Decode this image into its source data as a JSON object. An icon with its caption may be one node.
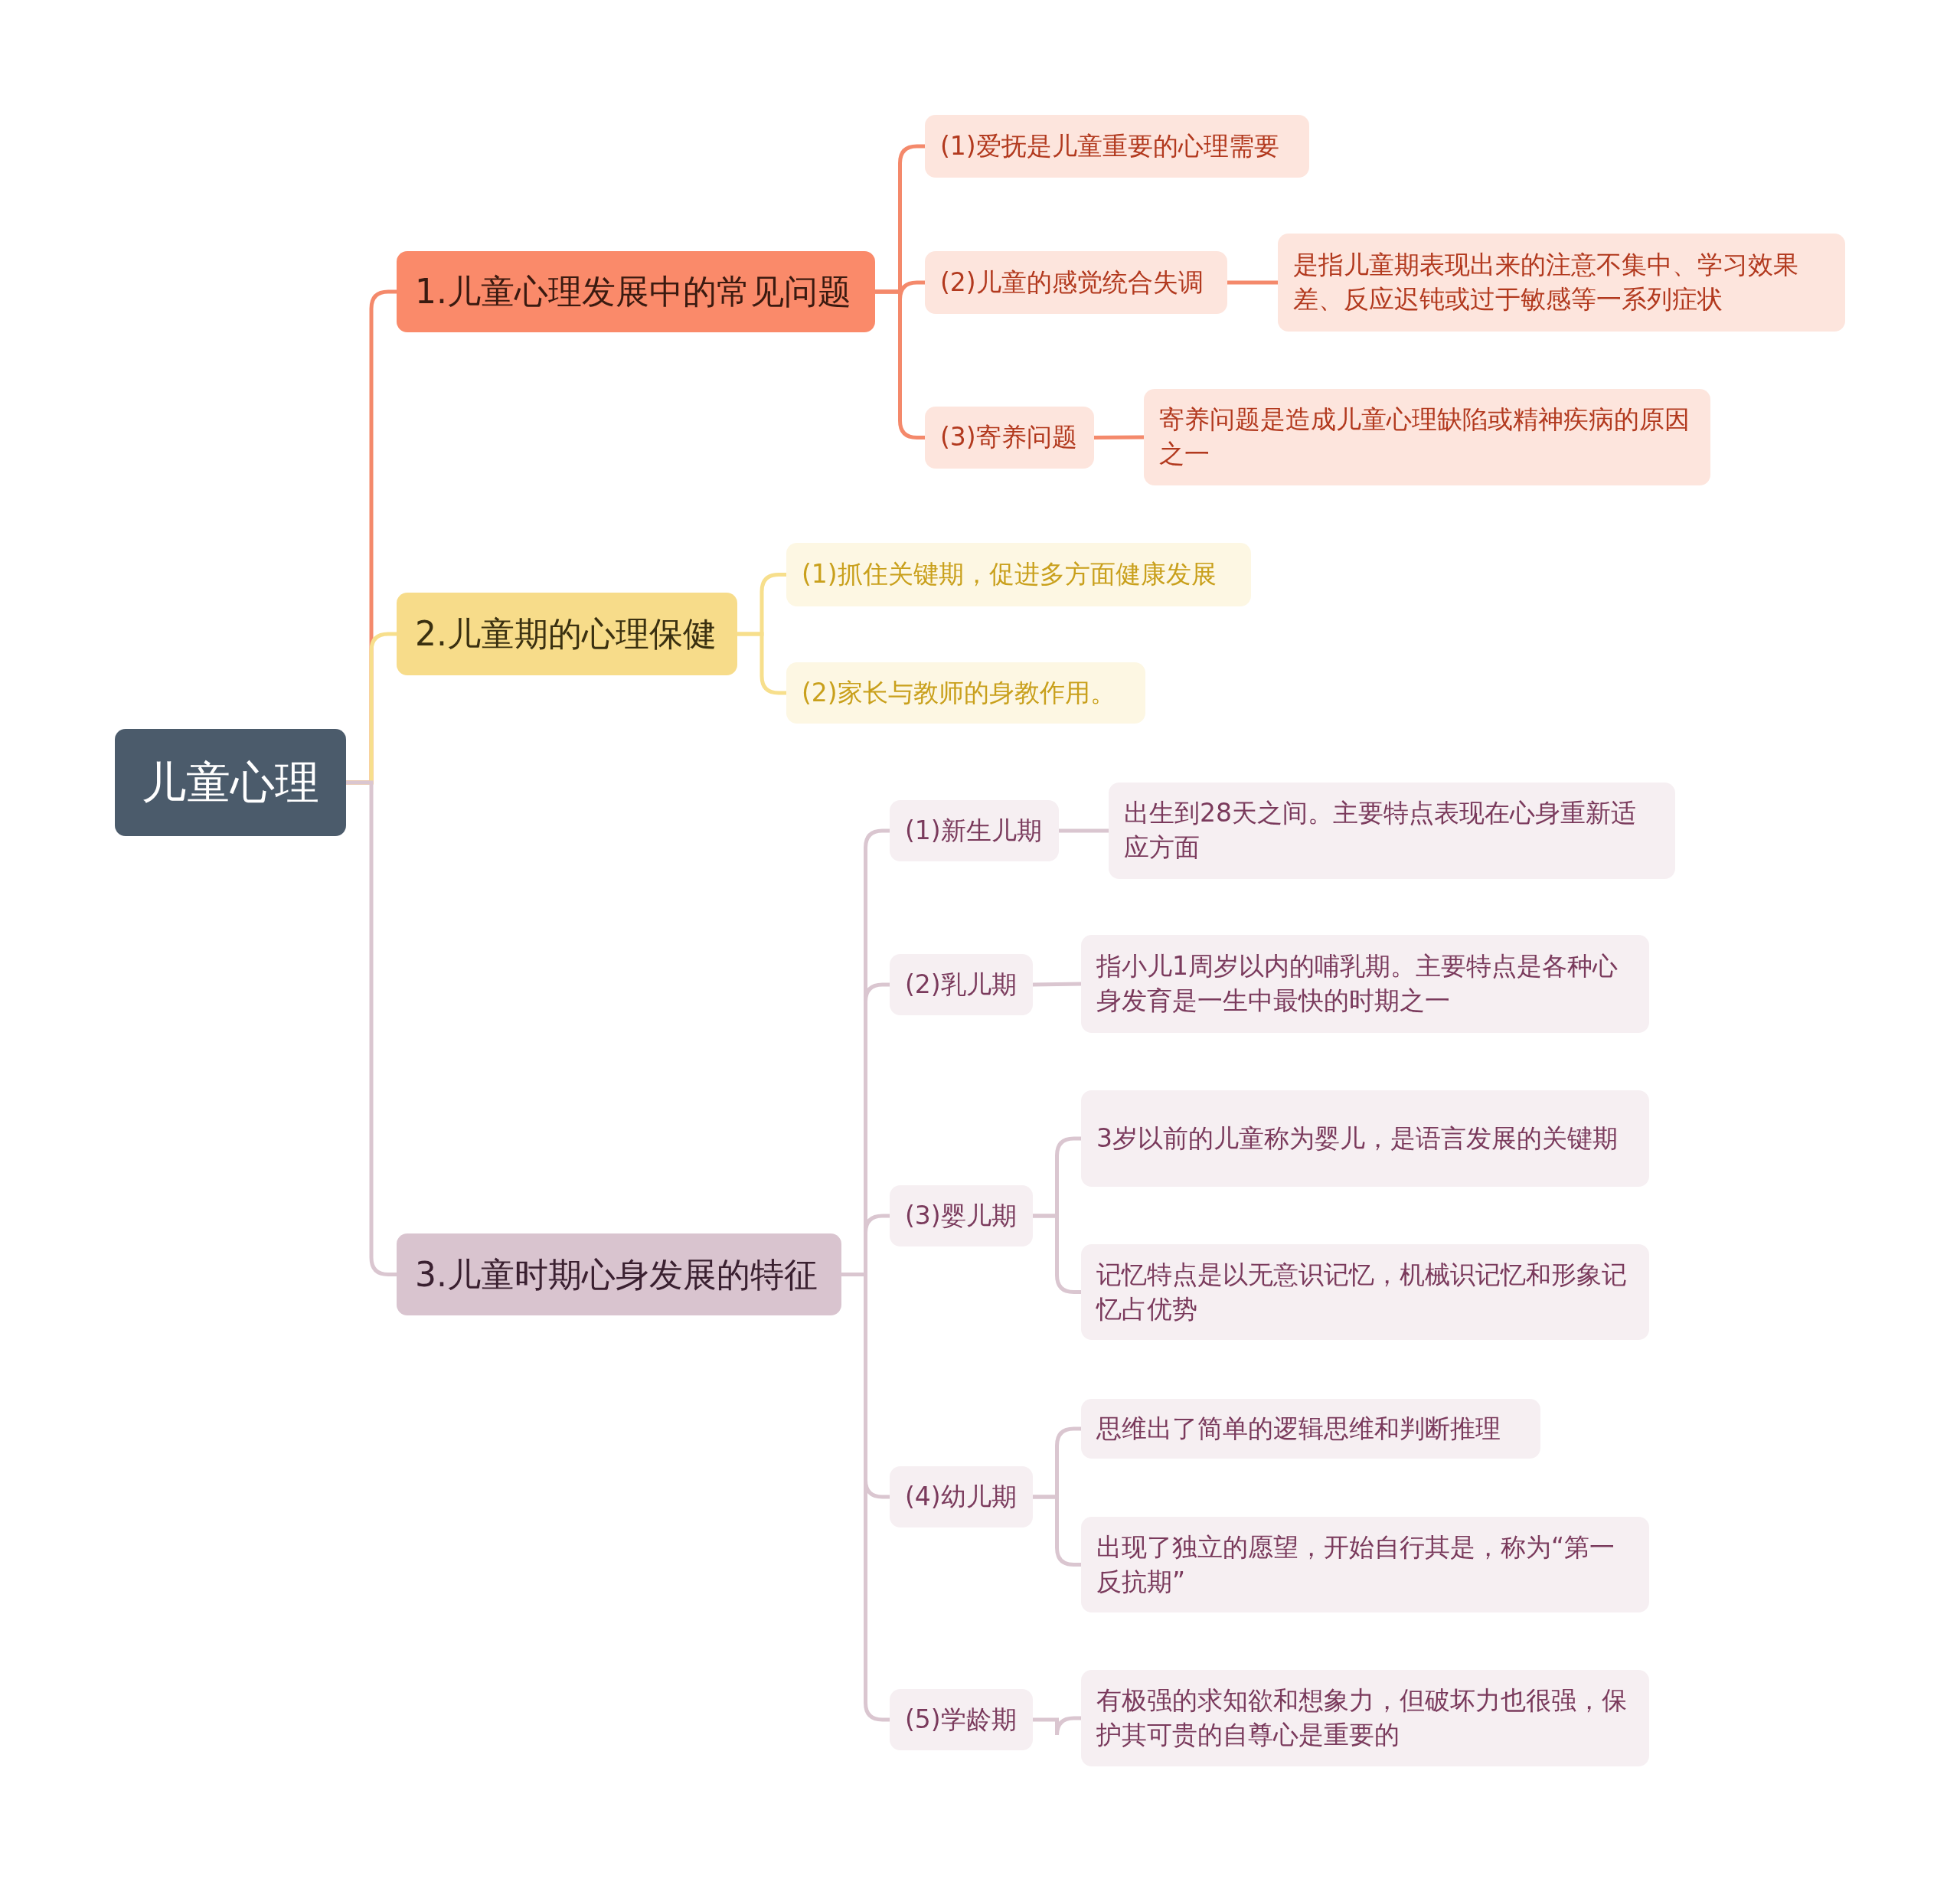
{
  "diagram": {
    "nodes": [
      {
        "text": [
          "儿童心理"
        ]
      },
      {
        "text": [
          "1.儿童心理发展中的常见问题"
        ]
      },
      {
        "text": [
          "(1)爱抚是儿童重要的心理需要"
        ]
      },
      {
        "text": [
          "(2)儿童的感觉统合失调"
        ]
      },
      {
        "text": [
          "是指儿童期表现出来的注意不集中、学习效果差、反应迟钝或过于敏感等一系列症状"
        ]
      },
      {
        "text": [
          "(3)寄养问题"
        ]
      },
      {
        "text": [
          "寄养问题是造成儿童心理缺陷或精神疾病的原因之一"
        ]
      },
      {
        "text": [
          "2.儿童期的心理保健"
        ]
      },
      {
        "text": [
          "(1)抓住关键期，促进多方面健康发展"
        ]
      },
      {
        "text": [
          "(2)家长与教师的身教作用。"
        ]
      },
      {
        "text": [
          "3.儿童时期心身发展的特征"
        ]
      },
      {
        "text": [
          "(1)新生儿期"
        ]
      },
      {
        "text": [
          "出生到28天之间。主要特点表现在心身重新适应方面"
        ]
      },
      {
        "text": [
          "(2)乳儿期"
        ]
      },
      {
        "text": [
          "指小儿1周岁以内的哺乳期。主要特点是各种心身发育是一生中最快的时期之一"
        ]
      },
      {
        "text": [
          "(3)婴儿期"
        ]
      },
      {
        "text": [
          "3岁以前的儿童称为婴儿，是语言发展的关键期"
        ]
      },
      {
        "text": [
          "记忆特点是以无意识记忆，机械识记忆和形象记忆占优势"
        ]
      },
      {
        "text": [
          "(4)幼儿期"
        ]
      },
      {
        "text": [
          "思维出了简单的逻辑思维和判断推理"
        ]
      },
      {
        "text": [
          "出现了独立的愿望，开始自行其是，称为“第一反抗期”"
        ]
      },
      {
        "text": [
          "(5)学龄期"
        ]
      },
      {
        "text": [
          "有极强的求知欲和想象力，但破坏力也很强，保护其可贵的自尊心是重要的"
        ]
      }
    ],
    "edges": [
      {
        "from": 0,
        "to": 1,
        "arrow": "none",
        "color": "#f4896b"
      },
      {
        "from": 0,
        "to": 7,
        "arrow": "none",
        "color": "#f7df8c"
      },
      {
        "from": 0,
        "to": 10,
        "arrow": "none"
      },
      {
        "from": 1,
        "to": 2,
        "arrow": "none",
        "color": "#f4896b"
      },
      {
        "from": 1,
        "to": 3,
        "arrow": "none",
        "color": "#f4896b"
      },
      {
        "from": 1,
        "to": 5,
        "arrow": "none",
        "color": "#f4896b"
      },
      {
        "from": 3,
        "to": 4,
        "arrow": "none",
        "color": "#f4896b"
      },
      {
        "from": 5,
        "to": 6,
        "arrow": "none",
        "color": "#f4896b"
      },
      {
        "from": 7,
        "to": 8,
        "arrow": "none",
        "color": "#f7df8c"
      },
      {
        "from": 7,
        "to": 9,
        "arrow": "none",
        "color": "#f7df8c"
      },
      {
        "from": 10,
        "to": 11,
        "arrow": "none"
      },
      {
        "from": 10,
        "to": 13,
        "arrow": "none"
      },
      {
        "from": 10,
        "to": 15,
        "arrow": "none"
      },
      {
        "from": 10,
        "to": 18,
        "arrow": "none"
      },
      {
        "from": 10,
        "to": 21,
        "arrow": "none"
      },
      {
        "from": 11,
        "to": 12,
        "arrow": "none"
      },
      {
        "from": 13,
        "to": 14,
        "arrow": "none"
      },
      {
        "from": 15,
        "to": 16,
        "arrow": "none"
      },
      {
        "from": 15,
        "to": 17,
        "arrow": "none"
      },
      {
        "from": 18,
        "to": 19,
        "arrow": "none"
      },
      {
        "from": 18,
        "to": 20,
        "arrow": "none"
      },
      {
        "from": 21,
        "to": 22,
        "arrow": "none"
      }
    ]
  }
}
